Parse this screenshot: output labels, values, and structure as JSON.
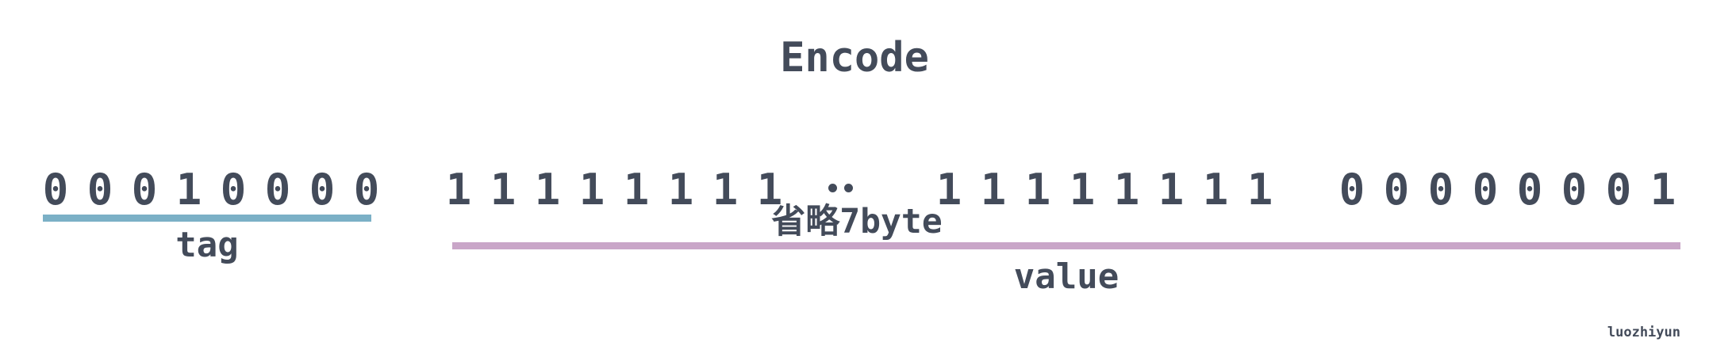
{
  "title": "Encode",
  "groups": [
    {
      "bits": [
        "0",
        "0",
        "0",
        "1",
        "0",
        "0",
        "0",
        "0"
      ]
    },
    {
      "bits": [
        "1",
        "1",
        "1",
        "1",
        "1",
        "1",
        "1",
        "1"
      ]
    },
    {
      "bits": [
        "1",
        "1",
        "1",
        "1",
        "1",
        "1",
        "1",
        "1"
      ]
    },
    {
      "bits": [
        "0",
        "0",
        "0",
        "0",
        "0",
        "0",
        "0",
        "1"
      ]
    }
  ],
  "omitted_label": "省略7byte",
  "tag_label": "tag",
  "value_label": "value",
  "credit": "luozhiyun",
  "colors": {
    "text": "#434b5a",
    "tag_bar": "#7bb0c6",
    "value_bar": "#c9a6c8"
  }
}
